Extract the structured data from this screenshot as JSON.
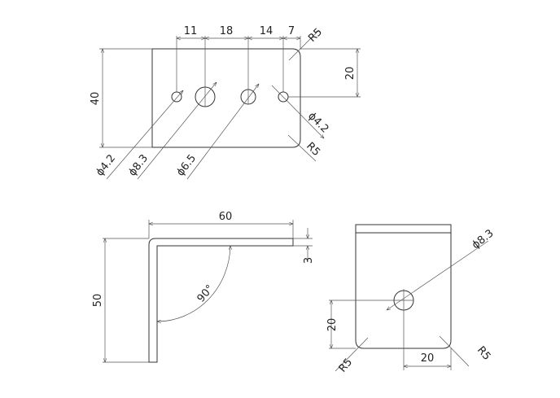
{
  "top_view": {
    "dims": {
      "d11": "11",
      "d18": "18",
      "d14": "14",
      "d7": "7",
      "r_top": "R5",
      "height": "40",
      "hole_offset": "20",
      "hole_right": "ϕ4.2",
      "r_bottom": "R5"
    },
    "holes": {
      "h1": "ϕ4.2",
      "h2": "ϕ8.3",
      "h3": "ϕ6.5"
    }
  },
  "side_view": {
    "length": "60",
    "thickness": "3",
    "height": "50",
    "angle": "90°"
  },
  "front_view": {
    "hole": "ϕ8.3",
    "vertical": "20",
    "horizontal": "20",
    "r_left": "R5",
    "r_right": "R5"
  },
  "colors": {
    "line": "#333333"
  }
}
